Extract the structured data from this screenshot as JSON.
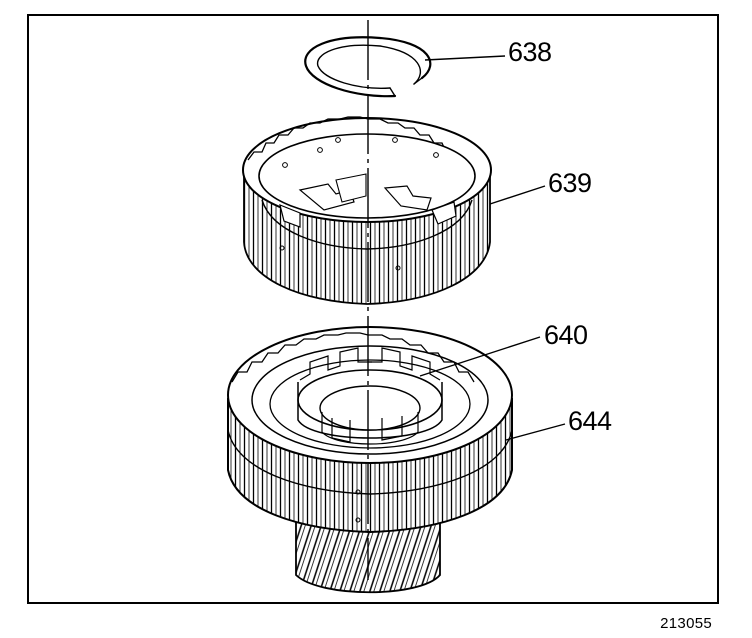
{
  "figure": {
    "id": "213055"
  },
  "callouts": [
    {
      "key": "snap-ring",
      "label": "638"
    },
    {
      "key": "drum",
      "label": "639"
    },
    {
      "key": "hub",
      "label": "640"
    },
    {
      "key": "gear-assembly",
      "label": "644"
    }
  ],
  "style": {
    "ink": "#000000",
    "paper": "#ffffff"
  }
}
